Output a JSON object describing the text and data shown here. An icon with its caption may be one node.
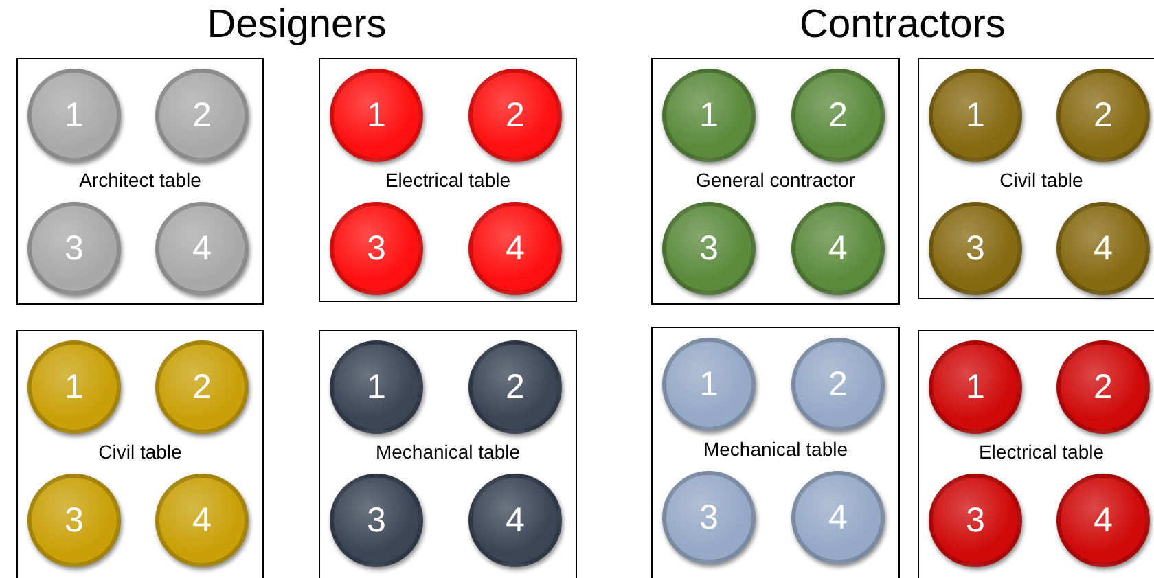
{
  "diagram": {
    "nodes": [
      {
        "text": [
          "Architect table"
        ]
      },
      {
        "text": [
          "1"
        ],
        "in": 0
      },
      {
        "text": [
          "2"
        ],
        "in": 0
      },
      {
        "text": [
          "3"
        ],
        "in": 0
      },
      {
        "text": [
          "4"
        ],
        "in": 0
      },
      {
        "text": [
          "Electrical table"
        ]
      },
      {
        "text": [
          "1"
        ],
        "in": 5
      },
      {
        "text": [
          "2"
        ],
        "in": 5
      },
      {
        "text": [
          "3"
        ],
        "in": 5
      },
      {
        "text": [
          "4"
        ],
        "in": 5
      },
      {
        "text": [
          "General contractor"
        ]
      },
      {
        "text": [
          "1"
        ],
        "in": 10
      },
      {
        "text": [
          "2"
        ],
        "in": 10
      },
      {
        "text": [
          "3"
        ],
        "in": 10
      },
      {
        "text": [
          "4"
        ],
        "in": 10
      },
      {
        "text": [
          "Civil table"
        ]
      },
      {
        "text": [
          "1"
        ],
        "in": 15
      },
      {
        "text": [
          "2"
        ],
        "in": 15
      },
      {
        "text": [
          "3"
        ],
        "in": 15
      },
      {
        "text": [
          "4"
        ],
        "in": 15
      },
      {
        "text": [
          "Civil table"
        ]
      },
      {
        "text": [
          "1"
        ],
        "in": 20
      },
      {
        "text": [
          "2"
        ],
        "in": 20
      },
      {
        "text": [
          "3"
        ],
        "in": 20
      },
      {
        "text": [
          "4"
        ],
        "in": 20
      },
      {
        "text": [
          "Mechanical table"
        ]
      },
      {
        "text": [
          "1"
        ],
        "in": 25
      },
      {
        "text": [
          "2"
        ],
        "in": 25
      },
      {
        "text": [
          "3"
        ],
        "in": 25
      },
      {
        "text": [
          "4"
        ],
        "in": 25
      },
      {
        "text": [
          "Mechanical table"
        ]
      },
      {
        "text": [
          "1"
        ],
        "in": 30
      },
      {
        "text": [
          "2"
        ],
        "in": 30
      },
      {
        "text": [
          "3"
        ],
        "in": 30
      },
      {
        "text": [
          "4"
        ],
        "in": 30
      },
      {
        "text": [
          "Electrical table"
        ]
      },
      {
        "text": [
          "1"
        ],
        "in": 35
      },
      {
        "text": [
          "2"
        ],
        "in": 35
      },
      {
        "text": [
          "3"
        ],
        "in": 35
      },
      {
        "text": [
          "4"
        ],
        "in": 35
      }
    ],
    "labels": [
      "Designers",
      "Contractors"
    ]
  }
}
